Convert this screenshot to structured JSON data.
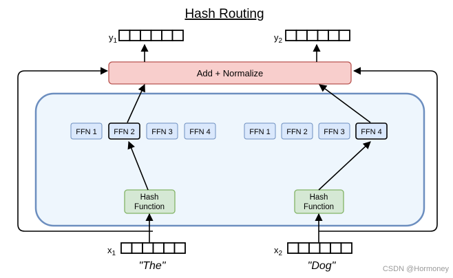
{
  "title": "Hash Routing",
  "add_normalize": "Add + Normalize",
  "left": {
    "output_var": "y",
    "output_sub": "1",
    "input_var": "x",
    "input_sub": "1",
    "token": "\"The\"",
    "hash_line1": "Hash",
    "hash_line2": "Function",
    "ffns": [
      "FFN 1",
      "FFN 2",
      "FFN 3",
      "FFN 4"
    ],
    "selected_index": 1
  },
  "right": {
    "output_var": "y",
    "output_sub": "2",
    "input_var": "x",
    "input_sub": "2",
    "token": "\"Dog\"",
    "hash_line1": "Hash",
    "hash_line2": "Function",
    "ffns": [
      "FFN 1",
      "FFN 2",
      "FFN 3",
      "FFN 4"
    ],
    "selected_index": 3
  },
  "watermark": "CSDN @Hormoney",
  "colors": {
    "addnorm_fill": "#f8cecc",
    "addnorm_stroke": "#b85450",
    "container_fill": "#eef6fd",
    "container_stroke": "#6c8ebf",
    "ffn_fill": "#dae8fc",
    "ffn_stroke": "#6c8ebf",
    "ffn_selected_stroke": "#000000",
    "hash_fill": "#d5e8d4",
    "hash_stroke": "#82b366"
  }
}
